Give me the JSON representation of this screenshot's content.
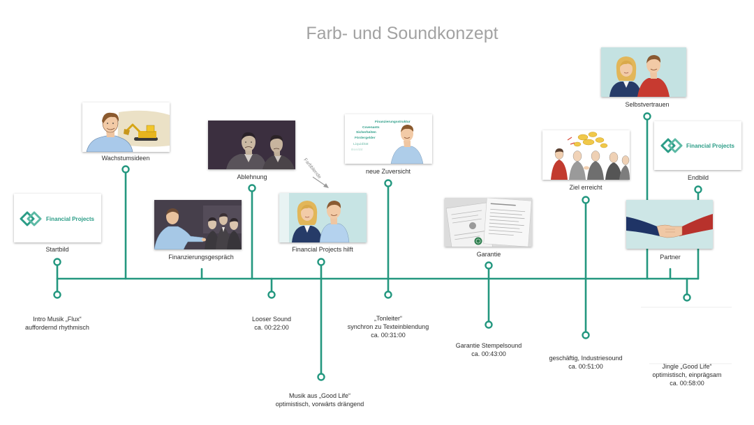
{
  "title": "Farb- und Soundkonzept",
  "colors": {
    "accent": "#23977f",
    "title": "#a2a2a2",
    "text": "#2d2d2d"
  },
  "logo_text": "Financial Projects",
  "transition_label": "Farbblende",
  "scenes": [
    {
      "label": "Startbild"
    },
    {
      "label": "Wachstumsideen"
    },
    {
      "label": "Finanzierungsgespräch"
    },
    {
      "label": "Ablehnung"
    },
    {
      "label": "Financial Projects hilft"
    },
    {
      "label": "neue Zuversicht"
    },
    {
      "label": "Garantie"
    },
    {
      "label": "Ziel erreicht"
    },
    {
      "label": "Selbstvertrauen"
    },
    {
      "label": "Partner"
    },
    {
      "label": "Endbild"
    }
  ],
  "zuversicht_terms": [
    "Finanzierungsstruktur",
    "Covenants",
    "Sicherheiten",
    "Fördergelder",
    "Liquidität",
    "Bonität"
  ],
  "sounds": [
    {
      "lines": [
        "Intro Musik „Flux“",
        "auffordernd rhythmisch"
      ]
    },
    {
      "lines": [
        "Looser Sound",
        "ca. 00:22:00"
      ]
    },
    {
      "lines": [
        "Musik aus „Good Life“",
        "optimistisch, vorwärts drängend"
      ]
    },
    {
      "lines": [
        "„Tonleiter“",
        "synchron zu Texteinblendung",
        "ca. 00:31:00"
      ]
    },
    {
      "lines": [
        "Garantie Stempelsound",
        "ca. 00:43:00"
      ]
    },
    {
      "lines": [
        "geschäftig, Industriesound",
        "ca. 00:51:00"
      ]
    },
    {
      "lines": [
        "Jingle „Good Life“",
        "optimistisch, einprägsam",
        "ca. 00:58:00"
      ]
    }
  ]
}
